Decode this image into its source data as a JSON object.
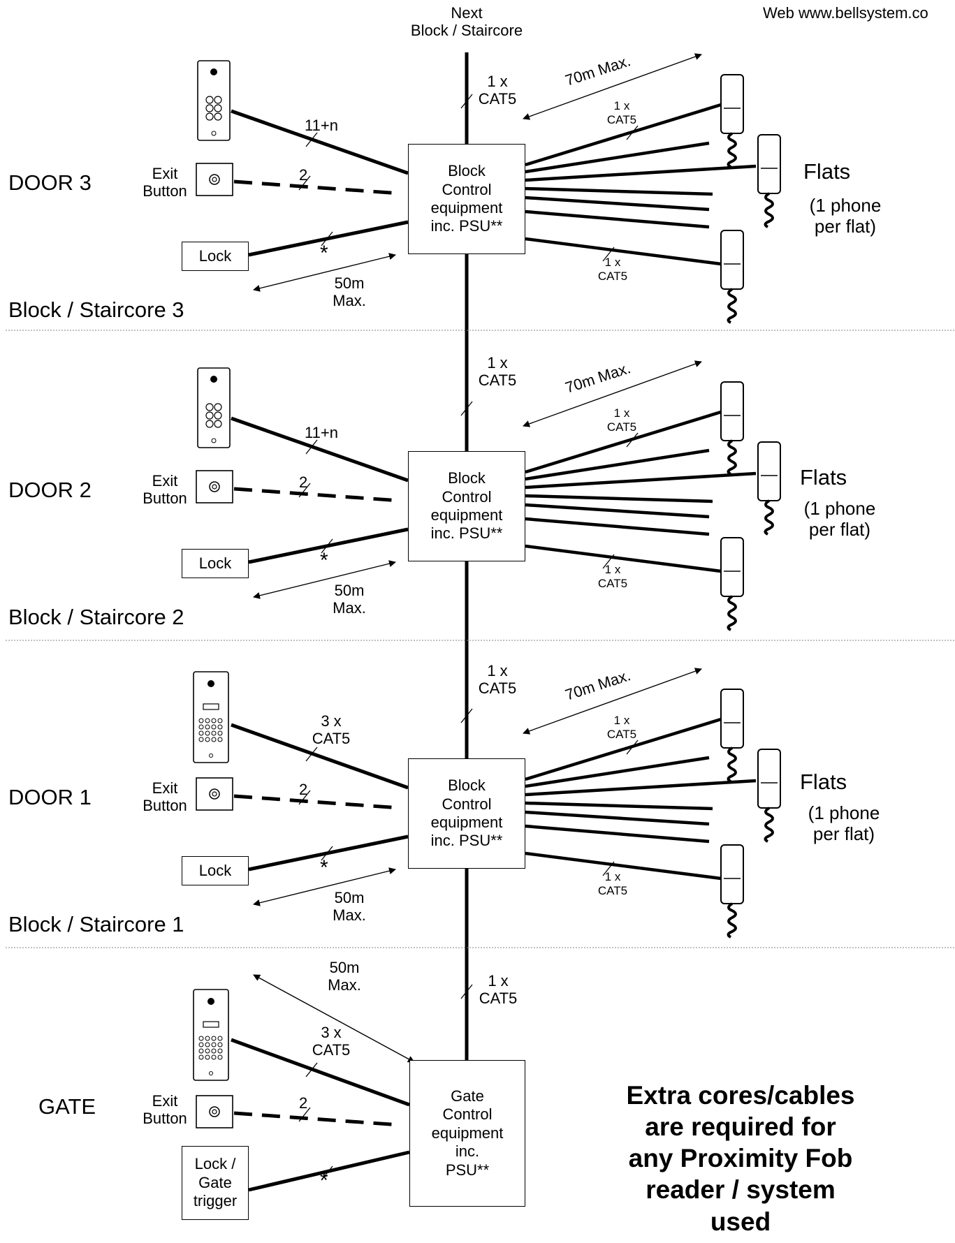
{
  "header": {
    "next_block": "Next\nBlock / Staircore",
    "web": "Web www.bellsystem.co"
  },
  "colors": {
    "line": "#000000",
    "background": "#ffffff",
    "divider": "#808080"
  },
  "sections": [
    {
      "door_label": "DOOR 3",
      "block_label": "Block / Staircore 3",
      "control_box": "Block\nControl\nequipment\ninc. PSU**",
      "panel_cable": "11+n",
      "exit_label": "Exit\nButton",
      "exit_cores": "2",
      "lock_label": "Lock",
      "lock_marker": "*",
      "distance_lock": "50m\nMax.",
      "riser_cable": "1 x\nCAT5",
      "distance_flats": "70m Max.",
      "phone_cable_top": "1 x\nCAT5",
      "phone_cable_bottom": "1 x\nCAT5",
      "flats_title": "Flats",
      "flats_note": "(1 phone\nper flat)"
    },
    {
      "door_label": "DOOR 2",
      "block_label": "Block / Staircore 2",
      "control_box": "Block\nControl\nequipment\ninc. PSU**",
      "panel_cable": "11+n",
      "exit_label": "Exit\nButton",
      "exit_cores": "2",
      "lock_label": "Lock",
      "lock_marker": "*",
      "distance_lock": "50m\nMax.",
      "riser_cable": "1 x\nCAT5",
      "distance_flats": "70m Max.",
      "phone_cable_top": "1 x\nCAT5",
      "phone_cable_bottom": "1 x\nCAT5",
      "flats_title": "Flats",
      "flats_note": "(1 phone\nper flat)"
    },
    {
      "door_label": "DOOR 1",
      "block_label": "Block / Staircore 1",
      "control_box": "Block\nControl\nequipment\ninc. PSU**",
      "panel_cable": "3 x\nCAT5",
      "exit_label": "Exit\nButton",
      "exit_cores": "2",
      "lock_label": "Lock",
      "lock_marker": "*",
      "distance_lock": "50m\nMax.",
      "riser_cable": "1 x\nCAT5",
      "distance_flats": "70m Max.",
      "phone_cable_top": "1 x\nCAT5",
      "phone_cable_bottom": "1 x\nCAT5",
      "flats_title": "Flats",
      "flats_note": "(1 phone\nper flat)"
    }
  ],
  "gate": {
    "gate_label": "GATE",
    "control_box": "Gate\nControl\nequipment\ninc.\nPSU**",
    "panel_cable": "3 x\nCAT5",
    "exit_label": "Exit\nButton",
    "exit_cores": "2",
    "lock_label": "Lock /\nGate\ntrigger",
    "lock_marker": "*",
    "distance": "50m\nMax.",
    "riser_cable": "1 x\nCAT5"
  },
  "footnote": "Extra cores/cables\nare required for\nany Proximity Fob\nreader / system\nused"
}
